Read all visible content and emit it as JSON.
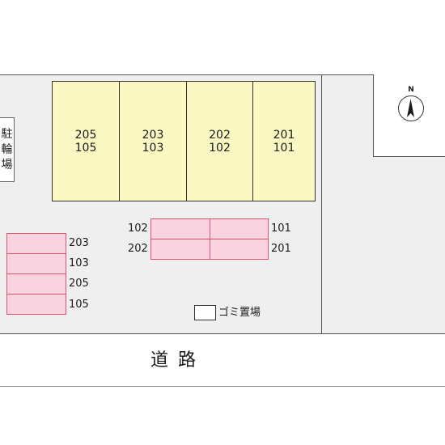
{
  "buildings": [
    {
      "upper": "205",
      "lower": "105"
    },
    {
      "upper": "203",
      "lower": "103"
    },
    {
      "upper": "202",
      "lower": "102"
    },
    {
      "upper": "201",
      "lower": "101"
    }
  ],
  "parking_right": {
    "left_labels": [
      "102",
      "202"
    ],
    "right_labels": [
      "101",
      "201"
    ]
  },
  "parking_left": {
    "labels": [
      "203",
      "103",
      "205",
      "105"
    ]
  },
  "bicycle_parking": {
    "chars": [
      "駐",
      "輪",
      "場"
    ]
  },
  "garbage": {
    "label": "ゴミ置場"
  },
  "road": {
    "label": "道路"
  },
  "compass": {
    "label": "N"
  },
  "colors": {
    "building_fill": "#fbf8c3",
    "parking_fill": "#f9d3df",
    "parking_border": "#d9536e",
    "site_fill": "#efefef"
  }
}
